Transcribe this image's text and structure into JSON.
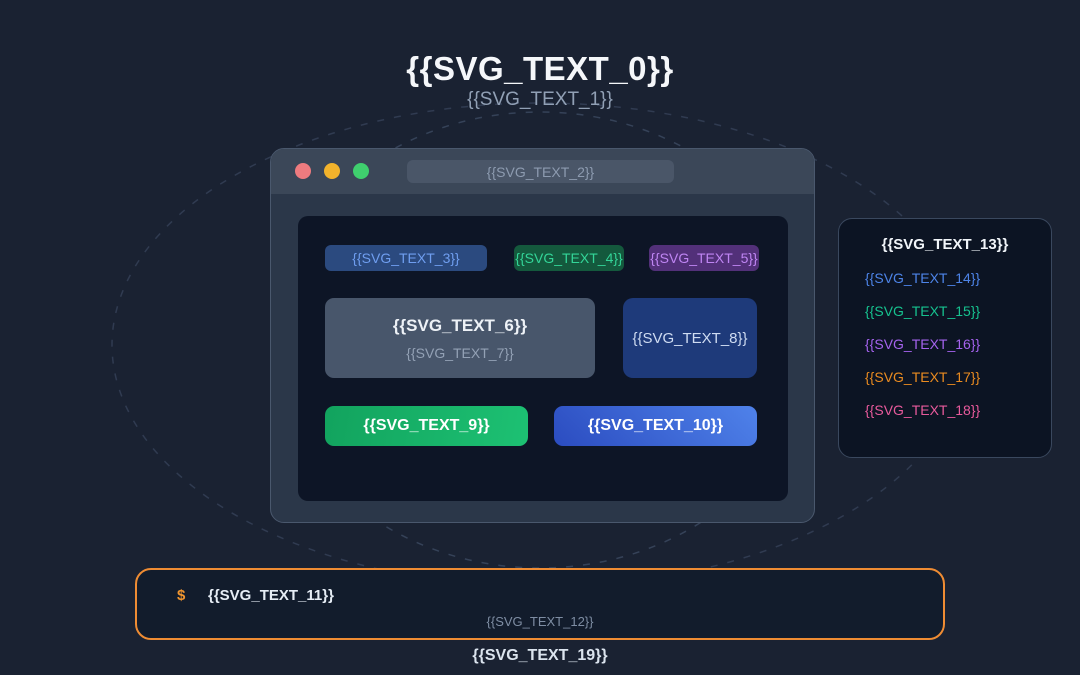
{
  "page": {
    "background": "#1a2232",
    "title": "{{SVG_TEXT_0}}",
    "subtitle": "{{SVG_TEXT_1}}",
    "caption": "{{SVG_TEXT_19}}"
  },
  "browser_window": {
    "url_text": "{{SVG_TEXT_2}}",
    "traffic_lights": {
      "close": "#ee7b7f",
      "minimize": "#f2b32c",
      "maximize": "#3fcf6e"
    },
    "badges": [
      {
        "label": "{{SVG_TEXT_3}}",
        "bg": "#2b4a7f",
        "color": "#6f9ef0"
      },
      {
        "label": "{{SVG_TEXT_4}}",
        "bg": "#14593d",
        "color": "#33d598"
      },
      {
        "label": "{{SVG_TEXT_5}}",
        "bg": "#523079",
        "color": "#bf85f3"
      }
    ],
    "card": {
      "title": "{{SVG_TEXT_6}}",
      "subtitle": "{{SVG_TEXT_7}}",
      "bg": "#48566b"
    },
    "side_card": {
      "label": "{{SVG_TEXT_8}}",
      "bg": "#1e3a7a"
    },
    "buttons": [
      {
        "label": "{{SVG_TEXT_9}}",
        "bg": "linear-gradient(100deg, #12a35e, #1dc173)"
      },
      {
        "label": "{{SVG_TEXT_10}}",
        "bg": "linear-gradient(225deg, #4f82ea, #2b4cc0)"
      }
    ]
  },
  "legend_panel": {
    "title": "{{SVG_TEXT_13}}",
    "items": [
      {
        "label": "{{SVG_TEXT_14}}",
        "color": "#4d84e8"
      },
      {
        "label": "{{SVG_TEXT_15}}",
        "color": "#16c28f"
      },
      {
        "label": "{{SVG_TEXT_16}}",
        "color": "#a563ee"
      },
      {
        "label": "{{SVG_TEXT_17}}",
        "color": "#ea8b20"
      },
      {
        "label": "{{SVG_TEXT_18}}",
        "color": "#e85a9c"
      }
    ]
  },
  "terminal": {
    "prompt": "$",
    "prompt_color": "#f0952f",
    "command": "{{SVG_TEXT_11}}",
    "hint": "{{SVG_TEXT_12}}",
    "border_color": "#ef8c33"
  },
  "decoration": {
    "dash_color": "#3f4d66"
  }
}
